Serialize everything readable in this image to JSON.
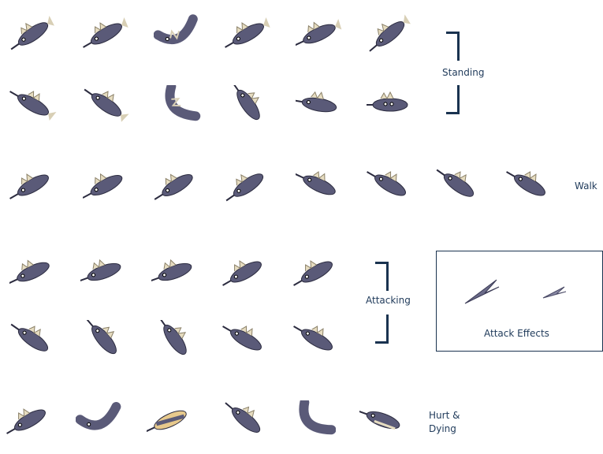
{
  "labels": {
    "standing": "Standing",
    "walk": "Walk",
    "attacking": "Attacking",
    "attack_effects": "Attack Effects",
    "hurt_line1": "Hurt &",
    "hurt_line2": "Dying"
  },
  "colors": {
    "label_text": "#1f3a5a",
    "bracket": "#1a3350",
    "fish_body": "#5a5a78",
    "fins": "#e6dcc0",
    "background": "#ffffff"
  }
}
